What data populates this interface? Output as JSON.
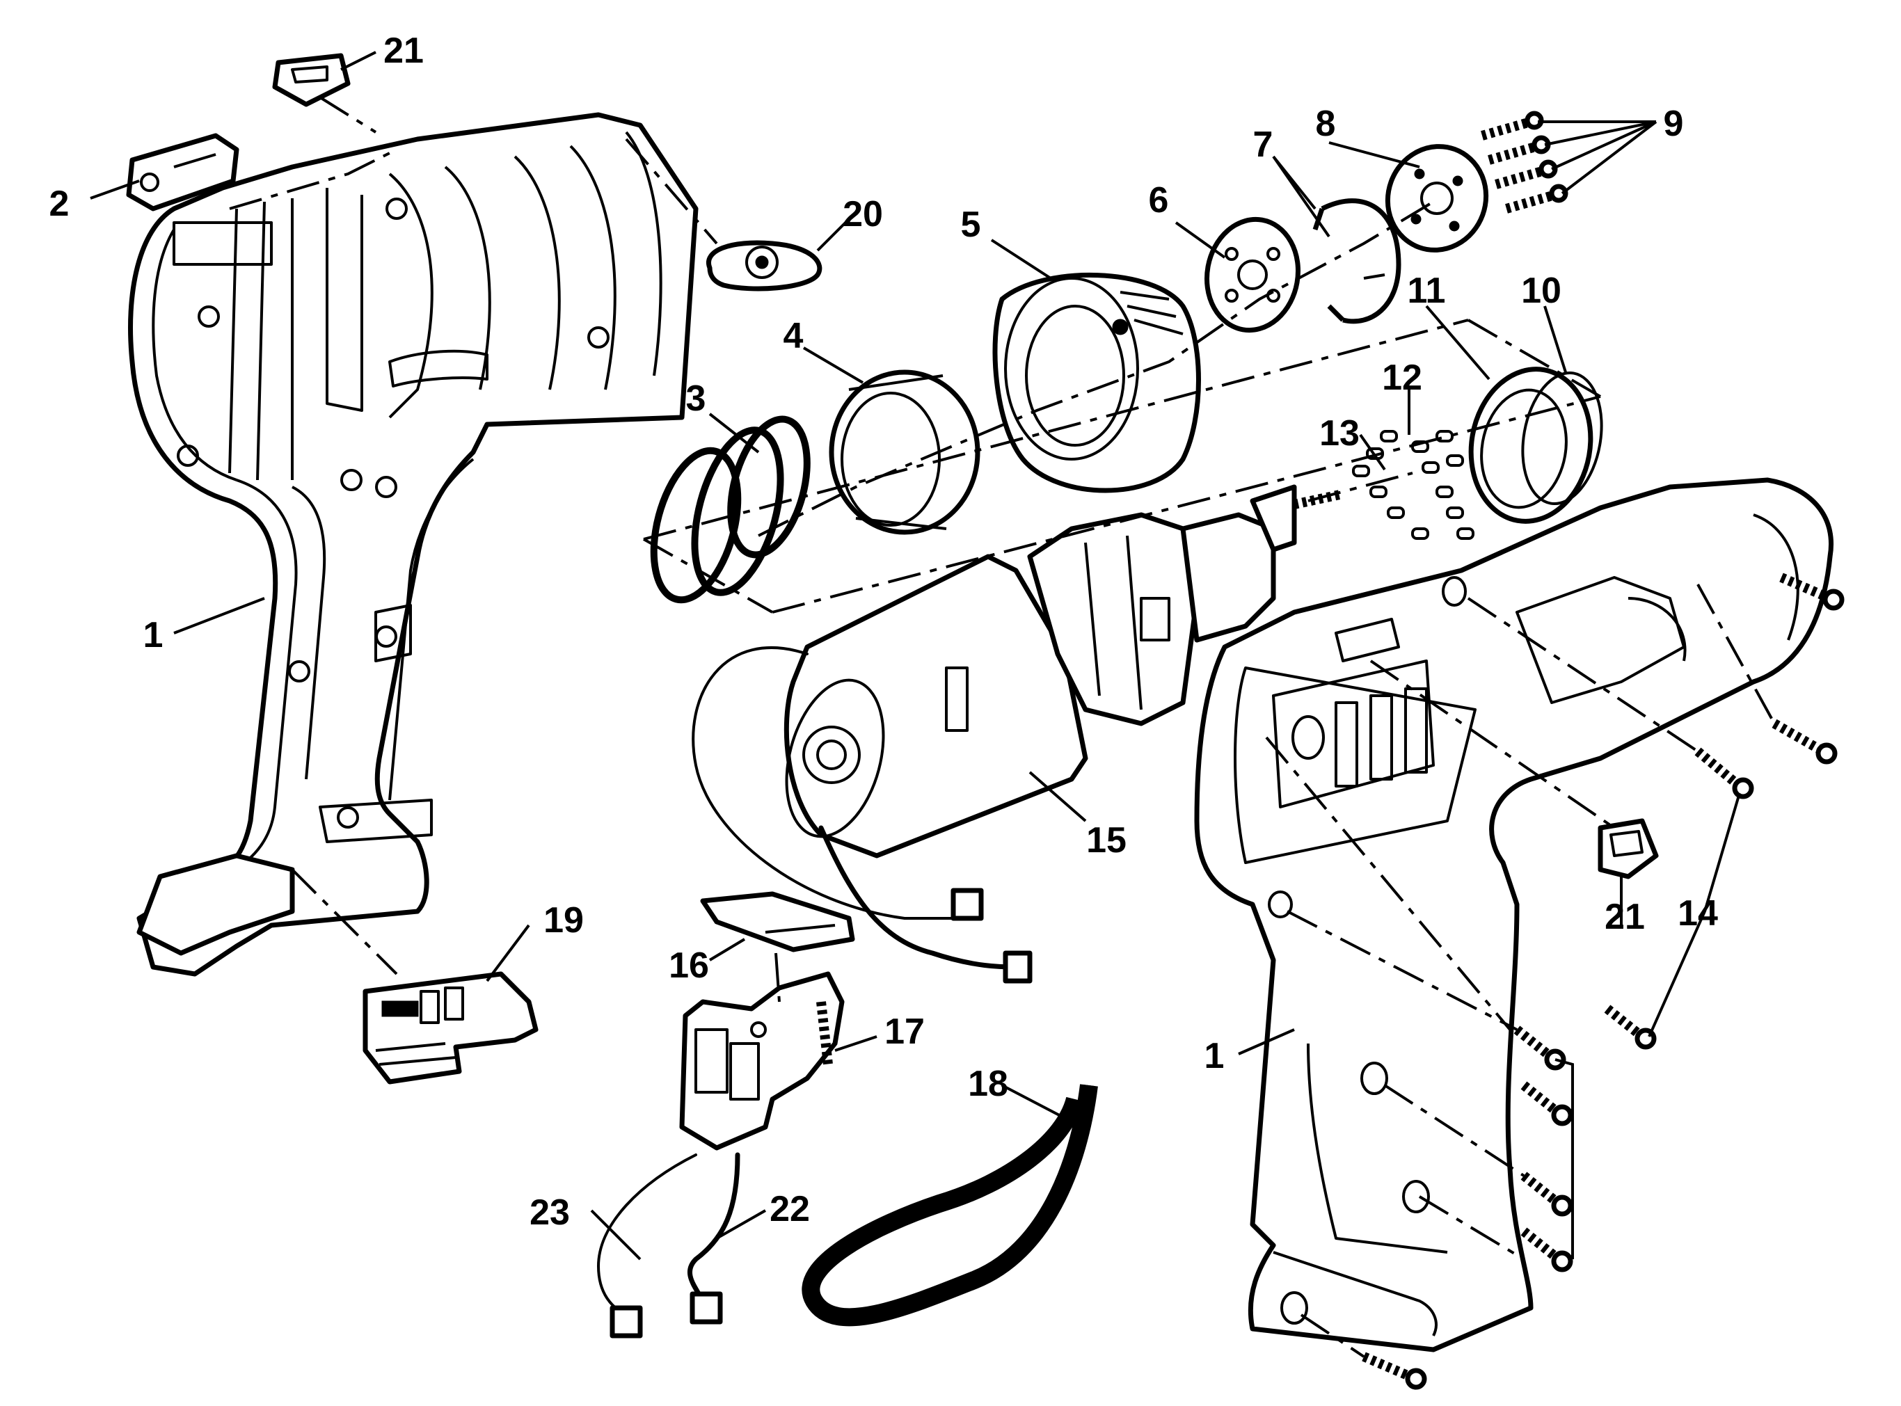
{
  "labels": [
    {
      "id": "1a",
      "text": "1"
    },
    {
      "id": "1b",
      "text": "1"
    },
    {
      "id": "2",
      "text": "2"
    },
    {
      "id": "3",
      "text": "3"
    },
    {
      "id": "4",
      "text": "4"
    },
    {
      "id": "5",
      "text": "5"
    },
    {
      "id": "6",
      "text": "6"
    },
    {
      "id": "7",
      "text": "7"
    },
    {
      "id": "8",
      "text": "8"
    },
    {
      "id": "9",
      "text": "9"
    },
    {
      "id": "10",
      "text": "10"
    },
    {
      "id": "11",
      "text": "11"
    },
    {
      "id": "12",
      "text": "12"
    },
    {
      "id": "13",
      "text": "13"
    },
    {
      "id": "14",
      "text": "14"
    },
    {
      "id": "15",
      "text": "15"
    },
    {
      "id": "16",
      "text": "16"
    },
    {
      "id": "17",
      "text": "17"
    },
    {
      "id": "18",
      "text": "18"
    },
    {
      "id": "19",
      "text": "19"
    },
    {
      "id": "20",
      "text": "20"
    },
    {
      "id": "21a",
      "text": "21"
    },
    {
      "id": "21b",
      "text": "21"
    },
    {
      "id": "22",
      "text": "22"
    },
    {
      "id": "23",
      "text": "23"
    }
  ]
}
